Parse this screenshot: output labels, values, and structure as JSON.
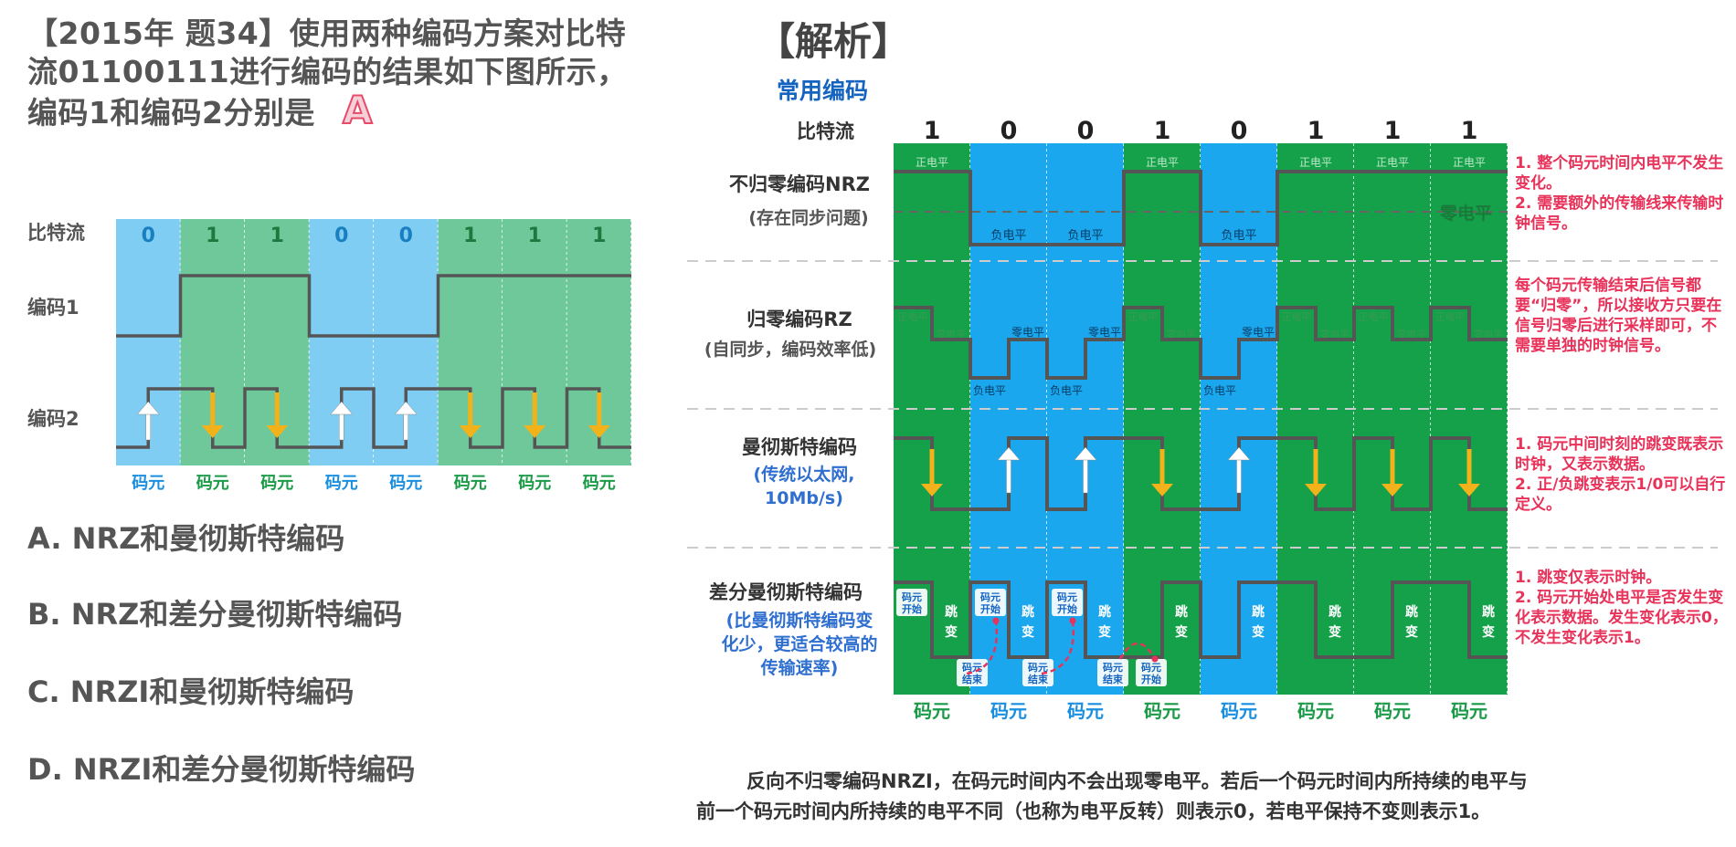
{
  "question": {
    "line1": "【2015年 题34】使用两种编码方案对比特",
    "line2": "流01100111进行编码的结果如下图所示，",
    "line3": "编码1和编码2分别是",
    "answer": "A"
  },
  "left_diagram": {
    "bits": [
      "0",
      "1",
      "1",
      "0",
      "0",
      "1",
      "1",
      "1"
    ],
    "row_labels": {
      "bitstream": "比特流",
      "code1": "编码1",
      "code2": "编码2"
    },
    "cell_label": "码元"
  },
  "options": [
    "A. NRZ和曼彻斯特编码",
    "B. NRZ和差分曼彻斯特编码",
    "C. NRZI和曼彻斯特编码",
    "D. NRZI和差分曼彻斯特编码"
  ],
  "analysis": {
    "title": "【解析】",
    "subtitle": "常用编码",
    "bitstream_label": "比特流",
    "bits": [
      "1",
      "0",
      "0",
      "1",
      "0",
      "1",
      "1",
      "1"
    ],
    "cell_label": "码元",
    "level_labels": {
      "positive": "正电平",
      "negative": "负电平",
      "zero": "零电平",
      "zero_big": "零电平"
    },
    "jump_label": [
      "跳",
      "变"
    ],
    "start_label": [
      "码元",
      "开始"
    ],
    "end_label": [
      "码元",
      "结束"
    ],
    "rows": [
      {
        "title": "不归零编码NRZ",
        "sub": [
          "(存在同步问题)"
        ],
        "notes": [
          "1. 整个码元时间内电平不发生变化。",
          "2. 需要额外的传输线来传输时钟信号。"
        ]
      },
      {
        "title": "归零编码RZ",
        "sub": [
          "(自同步，编码效率低)"
        ],
        "notes": [
          "每个码元传输结束后信号都要“归零”，所以接收方只要在信号归零后进行采样即可，不需要单独的时钟信号。"
        ]
      },
      {
        "title": "曼彻斯特编码",
        "sub": [
          "(传统以太网,",
          "10Mb/s)"
        ],
        "notes": [
          "1. 码元中间时刻的跳变既表示时钟，又表示数据。",
          "2. 正/负跳变表示1/0可以自行定义。"
        ]
      },
      {
        "title": "差分曼彻斯特编码",
        "sub": [
          "(比曼彻斯特编码变",
          "化少，更适合较高的",
          "传输速率)"
        ],
        "notes": [
          "1. 跳变仅表示时钟。",
          "2. 码元开始处电平是否发生变化表示数据。发生变化表示0，不发生变化表示1。"
        ]
      }
    ],
    "bottom_text": [
      "反向不归零编码NRZI，在码元时间内不会出现零电平。若后一个码元时间内所持续的电平与",
      "前一个码元时间内所持续的电平不同（也称为电平反转）则表示0，若电平保持不变则表示1。"
    ]
  },
  "colors": {
    "blue": "#1aa7ee",
    "green": "#14a14a",
    "lightblue": "#7fcdf3",
    "lightgreen": "#6fc899",
    "signal": "#555555",
    "orange": "#f3b21a",
    "red": "#e8325a"
  }
}
